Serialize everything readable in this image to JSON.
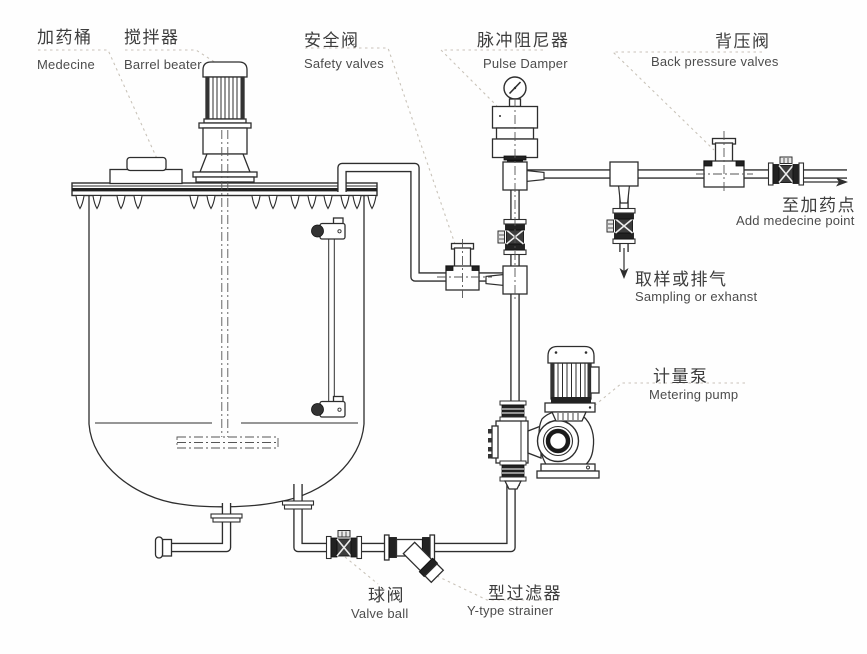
{
  "diagram": {
    "title": "Chemical dosing system piping diagram",
    "type": "piping-and-instrumentation"
  },
  "labels": {
    "medicine_barrel": {
      "zh": "加药桶",
      "en": "Medecine"
    },
    "barrel_beater": {
      "zh": "搅拌器",
      "en": "Barrel beater"
    },
    "safety_valve": {
      "zh": "安全阀",
      "en": "Safety valves"
    },
    "pulse_damper": {
      "zh": "脉冲阻尼器",
      "en": "Pulse Damper"
    },
    "back_pressure_valve": {
      "zh": "背压阀",
      "en": "Back pressure valves"
    },
    "add_medicine_point": {
      "zh": "至加药点",
      "en": "Add medecine point"
    },
    "sampling": {
      "zh": "取样或排气",
      "en": "Sampling or exhanst"
    },
    "metering_pump": {
      "zh": "计量泵",
      "en": "Metering pump"
    },
    "valve_ball": {
      "zh": "球阀",
      "en": "Valve ball"
    },
    "y_strainer": {
      "zh": "型过滤器",
      "en": "Y-type strainer"
    }
  },
  "colors": {
    "line": "#2e2e2e",
    "leader": "#c9c3b9",
    "text": "#3d3d3d",
    "background": "#fefefe"
  }
}
